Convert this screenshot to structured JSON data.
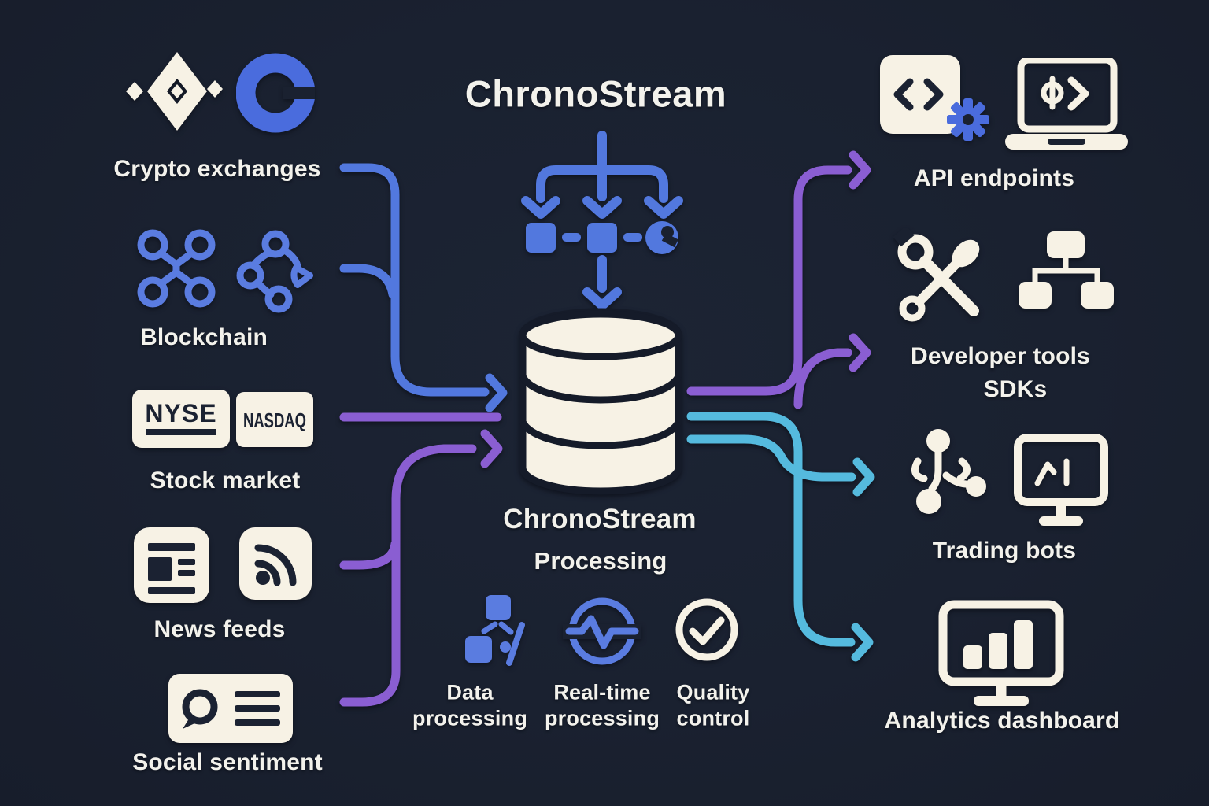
{
  "title": "ChronoStream",
  "colors": {
    "background": "#1a2130",
    "blue": "#5278de",
    "purple": "#8a5ed2",
    "cyan": "#55bade",
    "cream": "#f7f2e5",
    "dark_glyph": "#1b2232",
    "text": "#f3f2ec"
  },
  "sources": [
    {
      "label": "Crypto exchanges",
      "icons": [
        "binance-icon",
        "coinbase-icon"
      ]
    },
    {
      "label": "Blockchain",
      "icons": [
        "network-nodes-icon",
        "linked-nodes-icon"
      ]
    },
    {
      "label": "Stock market",
      "badges": [
        {
          "text": "NYSE"
        },
        {
          "text": "NASDAQ"
        }
      ]
    },
    {
      "label": "News feeds",
      "icons": [
        "newspaper-icon",
        "rss-icon"
      ]
    },
    {
      "label": "Social sentiment",
      "icons": [
        "chat-card-icon"
      ]
    }
  ],
  "center": {
    "db_label_line1": "ChronoStream",
    "db_label_line2": "Processing",
    "features": [
      {
        "line1": "Data",
        "line2": "processing",
        "icon": "data-processing-icon"
      },
      {
        "line1": "Real-time",
        "line2": "processing",
        "icon": "realtime-sync-icon"
      },
      {
        "line1": "Quality",
        "line2": "control",
        "icon": "check-circle-icon"
      }
    ]
  },
  "outputs": [
    {
      "label": "API endpoints",
      "icons": [
        "code-window-icon",
        "gear-icon",
        "laptop-code-icon"
      ]
    },
    {
      "label": "Developer tools",
      "label2": "SDKs",
      "icons": [
        "tools-icon",
        "sitemap-icon"
      ]
    },
    {
      "label": "Trading bots",
      "icons": [
        "branch-nodes-icon",
        "monitor-chart-icon"
      ]
    },
    {
      "label": "Analytics dashboard",
      "icons": [
        "monitor-bars-icon"
      ]
    }
  ]
}
